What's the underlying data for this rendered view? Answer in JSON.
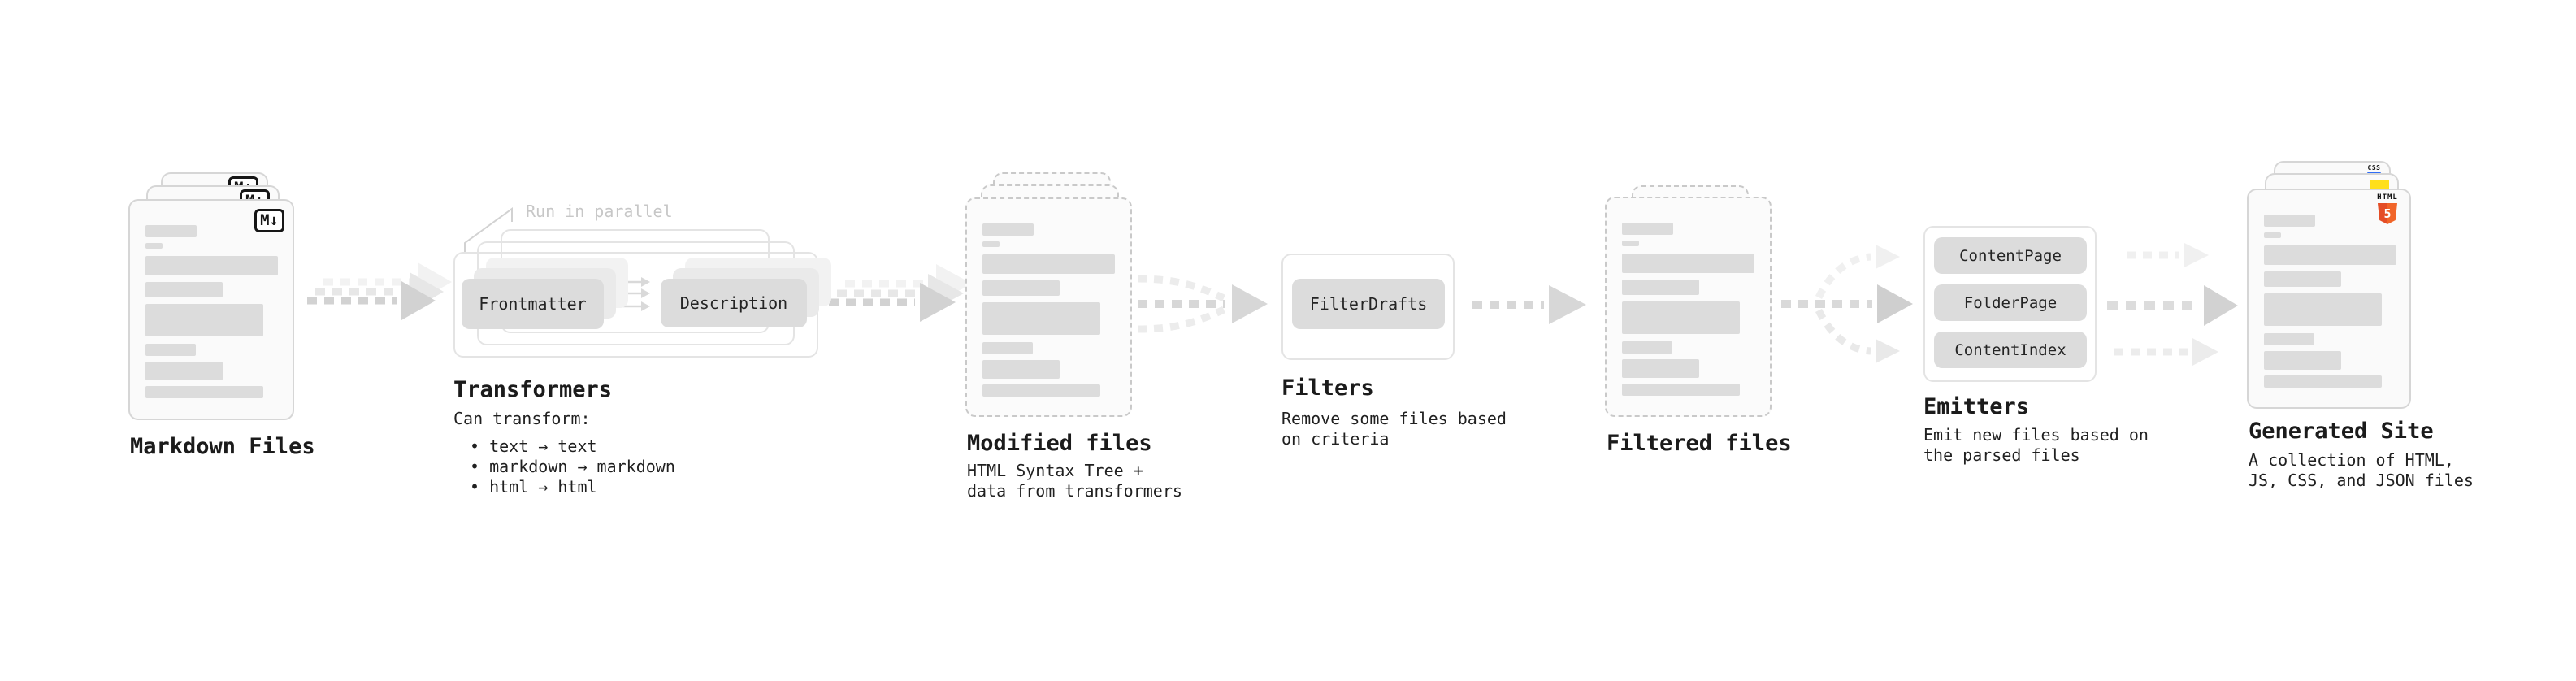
{
  "stages": {
    "markdown": {
      "title": "Markdown Files",
      "badge": "M↓"
    },
    "transformers": {
      "note": "Run in parallel",
      "box_a": "Frontmatter",
      "box_b": "Description",
      "title": "Transformers",
      "heading": "Can transform:",
      "bullets": [
        "• text → text",
        "• markdown → markdown",
        "• html → html"
      ]
    },
    "modified": {
      "title": "Modified files",
      "subtitle": "HTML Syntax Tree +\ndata from transformers"
    },
    "filters": {
      "box": "FilterDrafts",
      "title": "Filters",
      "subtitle": "Remove some files based\non criteria"
    },
    "filtered": {
      "title": "Filtered files"
    },
    "emitters": {
      "box_a": "ContentPage",
      "box_b": "FolderPage",
      "box_c": "ContentIndex",
      "title": "Emitters",
      "subtitle": "Emit new files based on\nthe parsed files"
    },
    "generated": {
      "title": "Generated Site",
      "subtitle": "A collection of HTML,\nJS, CSS, and JSON files",
      "badge_css": "CSS",
      "badge_html_word": "HTML",
      "badge_html_num": "5"
    }
  },
  "colors": {
    "arrow_main": "#d2d2d2",
    "arrow_ghost": "#ececec",
    "doc_border": "#d6d6d6",
    "doc_border_dashed": "#c9c9c9",
    "placeholder_bar": "#dcdcdc",
    "html5_orange": "#e44d26",
    "js_yellow": "#ffdf1b",
    "css_blue": "#2f6df6"
  }
}
